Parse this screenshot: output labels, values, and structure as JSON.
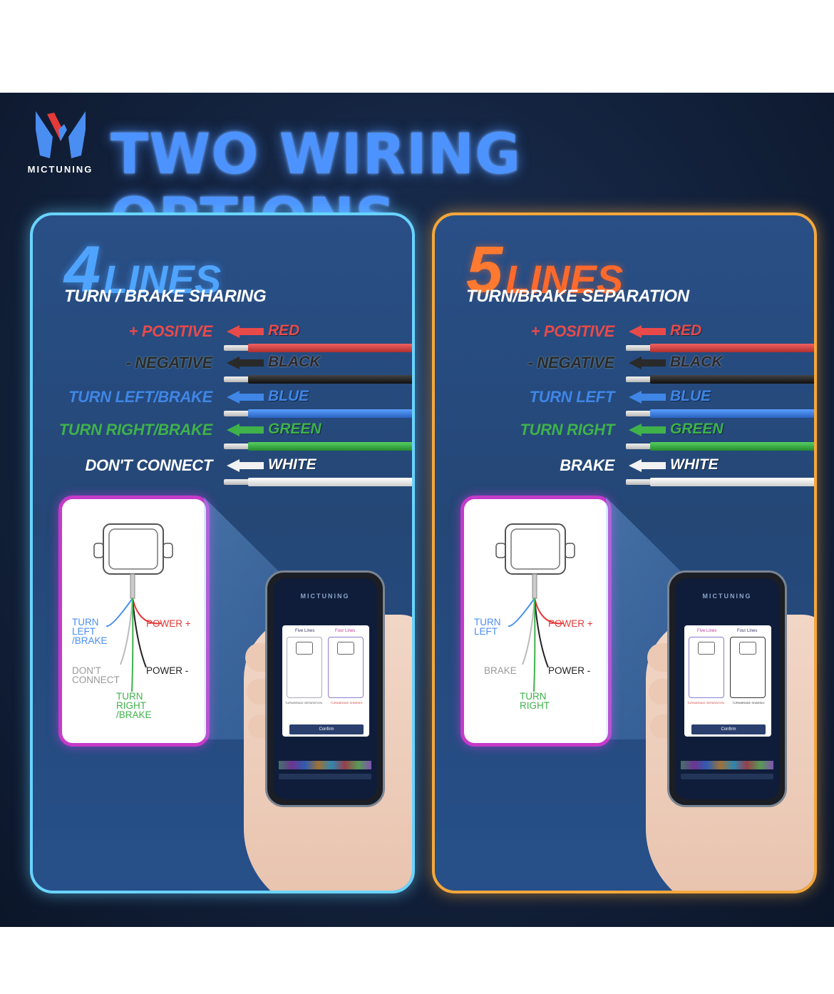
{
  "brand": {
    "name": "MICTUNING",
    "colors": {
      "logo_blue": "#4a8ef2",
      "logo_red": "#e53a3a"
    }
  },
  "title": "TWO WIRING OPTIONS",
  "colors": {
    "title": "#4d93ff",
    "panel_left_border": "#69d4ff",
    "panel_right_border": "#f5a73a",
    "red": "#e84a4a",
    "black": "#2a2a2a",
    "blue": "#3f86e6",
    "green": "#3fb24a",
    "white": "#f2f2f2"
  },
  "panels": [
    {
      "number": "4",
      "lines_word": "LINES",
      "subtitle": "TURN / BRAKE SHARING",
      "wires": [
        {
          "label": "+  POSITIVE",
          "color_name": "RED"
        },
        {
          "label": "-  NEGATIVE",
          "color_name": "BLACK"
        },
        {
          "label": "TURN LEFT/BRAKE",
          "color_name": "BLUE"
        },
        {
          "label": "TURN RIGHT/BRAKE",
          "color_name": "GREEN"
        },
        {
          "label": "DON'T CONNECT",
          "color_name": "WHITE"
        }
      ],
      "diagram": {
        "blue_label": [
          "TURN",
          "LEFT",
          "/BRAKE"
        ],
        "power_plus": "POWER +",
        "white_label": [
          "DON'T",
          "CONNECT"
        ],
        "power_minus": "POWER -",
        "green_label": [
          "TURN",
          "RIGHT",
          "/BRAKE"
        ]
      }
    },
    {
      "number": "5",
      "lines_word": "LINES",
      "subtitle": "TURN/BRAKE SEPARATION",
      "wires": [
        {
          "label": "+  POSITIVE",
          "color_name": "RED"
        },
        {
          "label": "-  NEGATIVE",
          "color_name": "BLACK"
        },
        {
          "label": "TURN LEFT",
          "color_name": "BLUE"
        },
        {
          "label": "TURN RIGHT",
          "color_name": "GREEN"
        },
        {
          "label": "BRAKE",
          "color_name": "WHITE"
        }
      ],
      "diagram": {
        "blue_label": [
          "TURN",
          "LEFT"
        ],
        "power_plus": "POWER +",
        "white_label": [
          "BRAKE"
        ],
        "power_minus": "POWER -",
        "green_label": [
          "TURN",
          "RIGHT"
        ]
      }
    }
  ],
  "phone": {
    "app_name": "MICTUNING",
    "tab_five": "Five Lines",
    "tab_four": "Four Lines",
    "caption_separation": "TURN/BRAKE SEPARATION",
    "caption_sharing": "TURN/BRAKE SHARING",
    "confirm": "Confirm"
  }
}
